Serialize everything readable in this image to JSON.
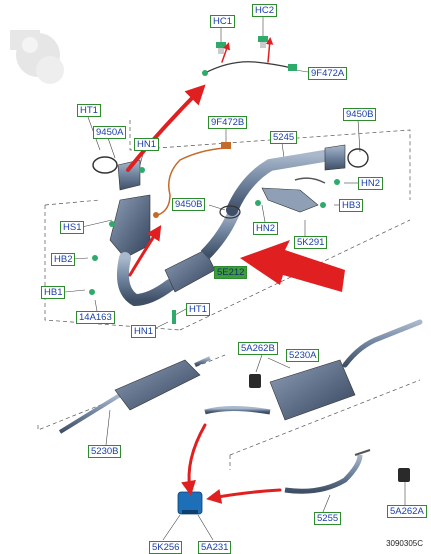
{
  "labels": {
    "hc1": "HC1",
    "hc2": "HC2",
    "s9f472a": "9F472A",
    "ht1_top": "HT1",
    "s9450a": "9450A",
    "hn1_top": "HN1",
    "s9f472b": "9F472B",
    "s5245": "5245",
    "s9450b_right": "9450B",
    "hn2_right": "HN2",
    "hb3": "HB3",
    "s9450b_mid": "9450B",
    "hn2_mid": "HN2",
    "s5k291": "5K291",
    "hs1": "HS1",
    "hb2": "HB2",
    "s5e212": "5E212",
    "hb1": "HB1",
    "s14a163": "14A163",
    "ht1_bottom": "HT1",
    "hn1_bottom": "HN1",
    "s5a262b": "5A262B",
    "s5230a": "5230A",
    "s5230b": "5230B",
    "s5255": "5255",
    "s5a262a": "5A262A",
    "s5k256": "5K256",
    "s5a231": "5A231"
  },
  "reference_code": "3090305C",
  "colors": {
    "label_text": "#1a3fa8",
    "label_border": "#2e8b2e",
    "highlight_fill": "#3e9b3e",
    "arrow_red": "#e02020",
    "pipe_blue": "#6a7f9a",
    "connector_green": "#2eaa6a"
  }
}
